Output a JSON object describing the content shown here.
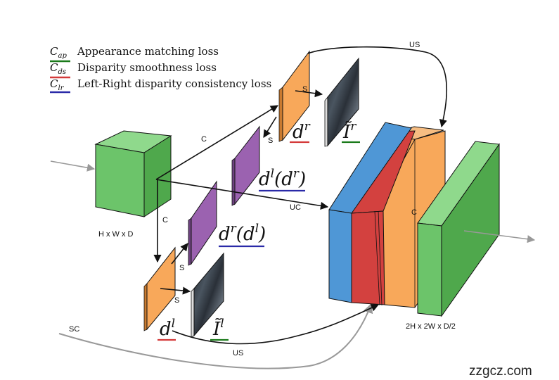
{
  "legend": [
    {
      "symbol": "C",
      "sub": "ap",
      "text": "Appearance matching loss",
      "color": "#1a7a1a"
    },
    {
      "symbol": "C",
      "sub": "ds",
      "text": "Disparity smoothness loss",
      "color": "#d43a3a"
    },
    {
      "symbol": "C",
      "sub": "lr",
      "text": "Left-Right disparity consistency loss",
      "color": "#2a2aa8"
    }
  ],
  "ops": {
    "us_top": "US",
    "us_bottom": "US",
    "c_upper": "C",
    "c_lower": "C",
    "c_right": "C",
    "uc": "UC",
    "sc": "SC",
    "s_top_right": "S",
    "s_top_left": "S",
    "s_bottom_mid": "S",
    "s_bottom_low": "S"
  },
  "dims": {
    "input": "H x W x D",
    "output": "2H x 2W x D/2"
  },
  "math": {
    "dr": {
      "base": "d",
      "sup": "r"
    },
    "ir": {
      "base": "Ĩ",
      "sup": "r"
    },
    "dl": {
      "base": "d",
      "sup": "l"
    },
    "il": {
      "base": "Ĩ",
      "sup": "l"
    },
    "dl_dr": {
      "base": "d",
      "sup": "l",
      "arg_base": "d",
      "arg_sup": "r"
    },
    "dr_dl": {
      "base": "d",
      "sup": "r",
      "arg_base": "d",
      "arg_sup": "l"
    }
  },
  "colors": {
    "green": "#6cc46a",
    "orange": "#f8a85a",
    "purple": "#9b62b0",
    "blue": "#4f97d6",
    "red": "#d3413f",
    "loss_green": "#1a7a1a",
    "loss_red": "#d43a3a",
    "loss_blue": "#2a2aa8"
  },
  "watermark": "zzgcz.com"
}
